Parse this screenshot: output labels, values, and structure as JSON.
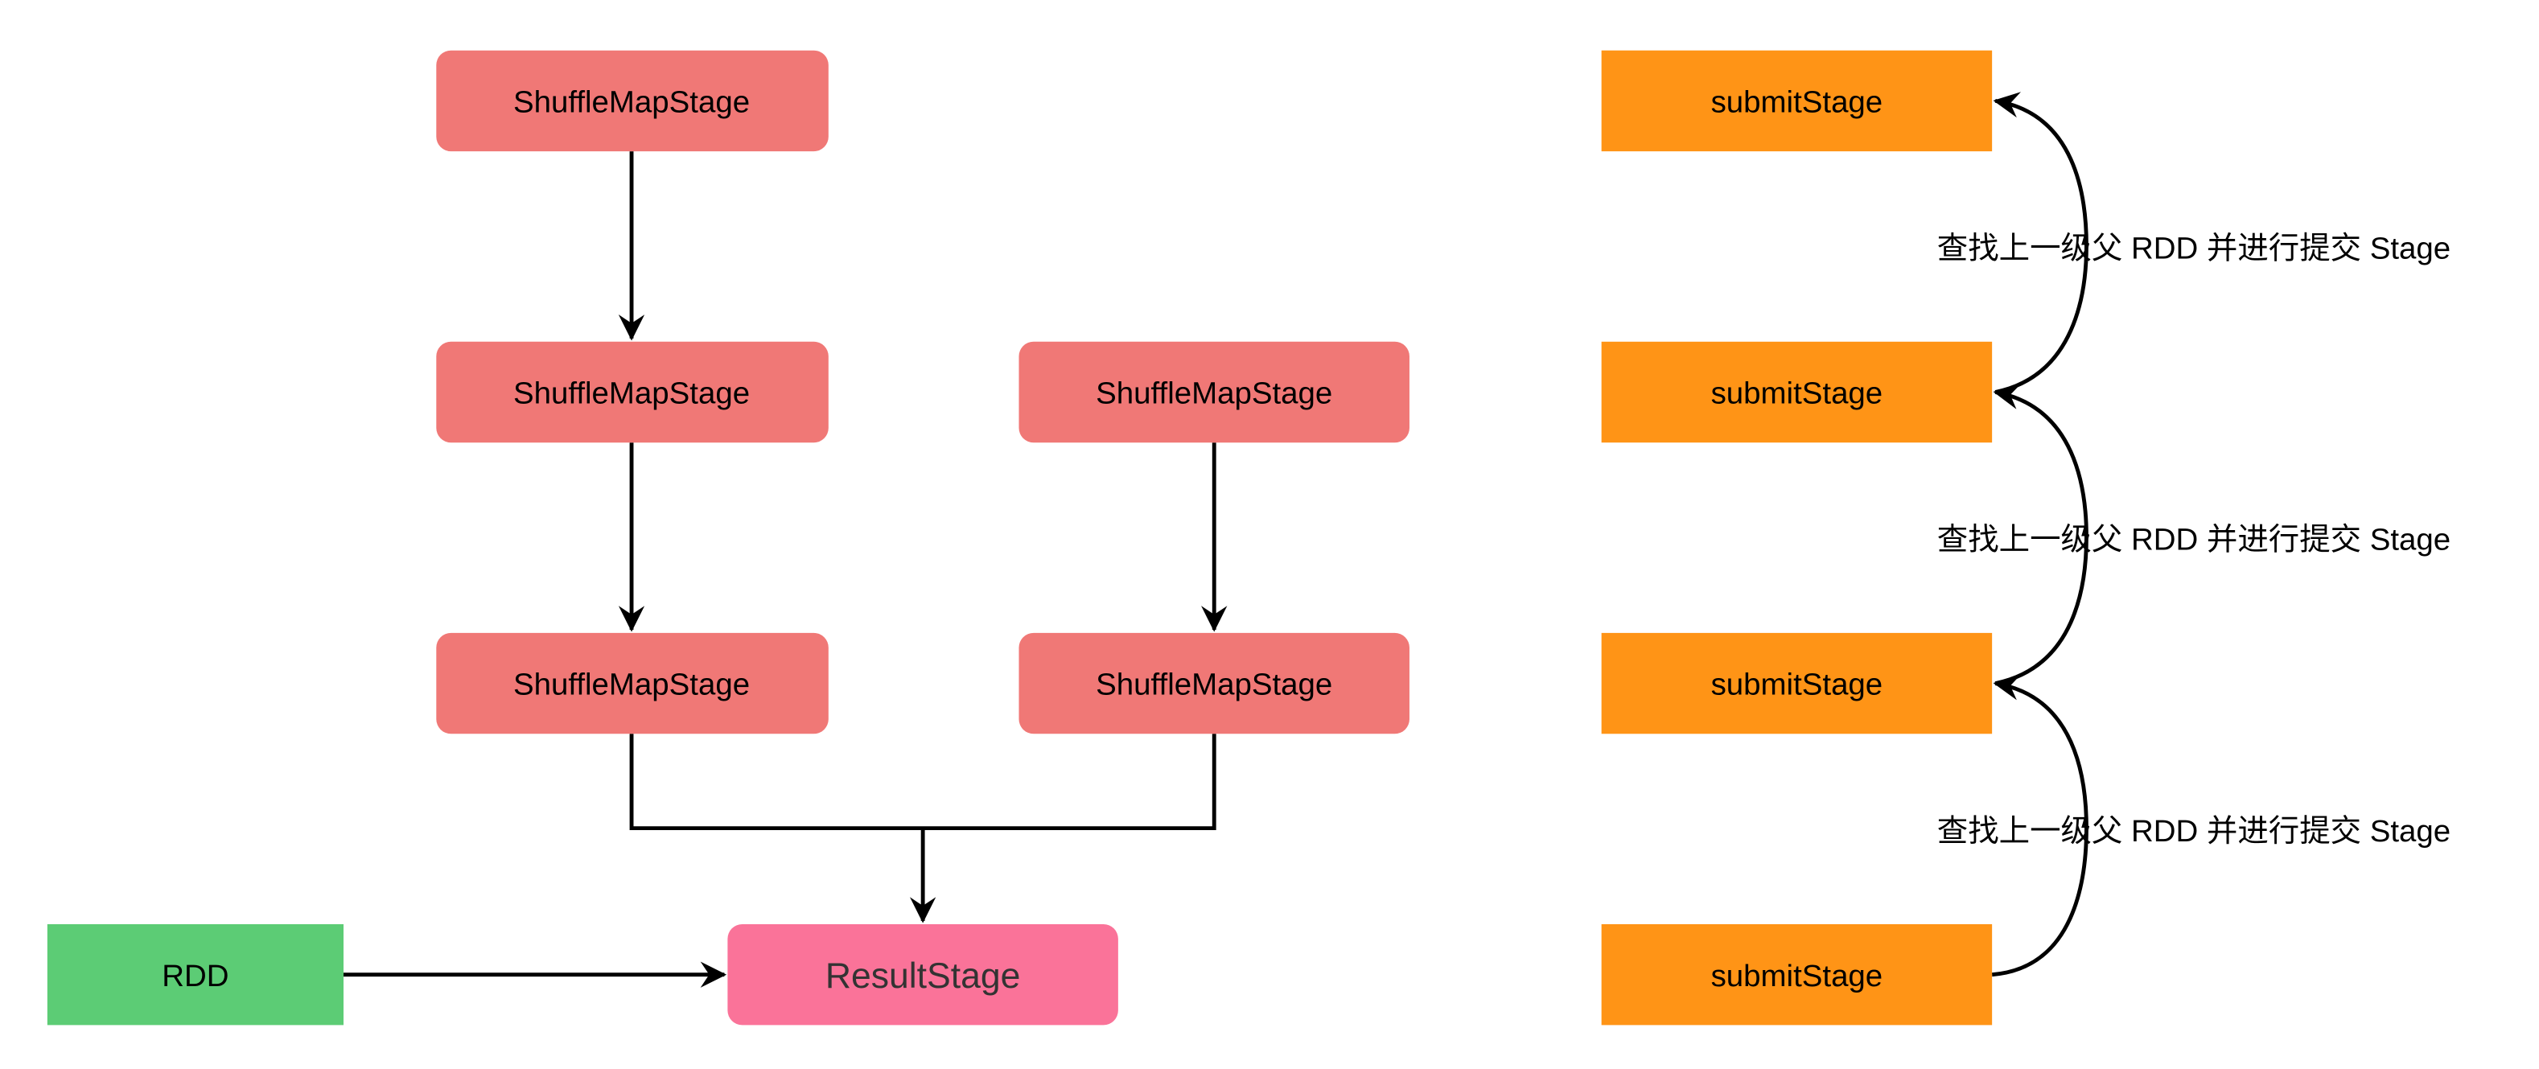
{
  "nodes": {
    "smap_1": "ShuffleMapStage",
    "smap_2": "ShuffleMapStage",
    "smap_3": "ShuffleMapStage",
    "smap_4": "ShuffleMapStage",
    "smap_5": "ShuffleMapStage",
    "result": "ResultStage",
    "rdd": "RDD",
    "submit_1": "submitStage",
    "submit_2": "submitStage",
    "submit_3": "submitStage",
    "submit_4": "submitStage"
  },
  "edge_labels": [
    "查找上一级父 RDD 并进行提交 Stage",
    "查找上一级父 RDD 并进行提交 Stage",
    "查找上一级父 RDD 并进行提交 Stage"
  ],
  "colors": {
    "shuffle": "#f07876",
    "result": "#fa7399",
    "rdd": "#5ccc75",
    "submit": "#ff9416"
  }
}
